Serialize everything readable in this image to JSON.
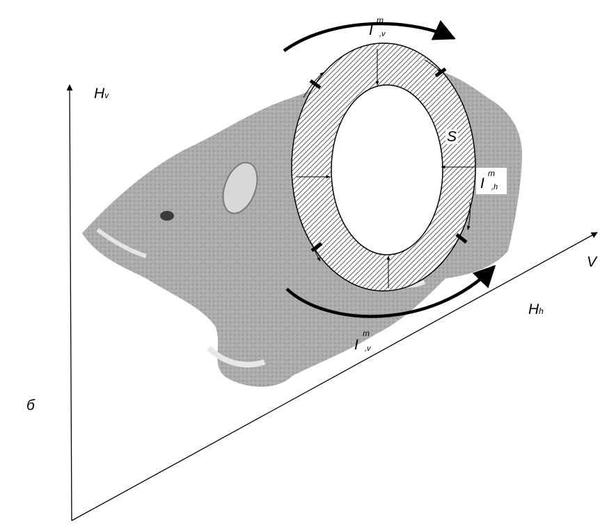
{
  "labels": {
    "axis_vertical": {
      "main": "H",
      "sub": "v"
    },
    "axis_horizontal": {
      "main": "H",
      "sub": "h"
    },
    "axis_diagonal": "V",
    "panel_letter": "б",
    "surface": "S",
    "current_top": {
      "main": "I",
      "sup": "m",
      "sub": ",v"
    },
    "current_right": {
      "main": "I",
      "sup": "m",
      "sub": ",h"
    },
    "current_bottom": {
      "main": "I",
      "sup": "m",
      "sub": ",v"
    }
  },
  "colors": {
    "line": "#000000",
    "animal": "#9a9a9a",
    "ring_fill": "#ffffff"
  },
  "image": {
    "subject": "rat-photo",
    "overlay": "hatched-elliptical-ring"
  }
}
